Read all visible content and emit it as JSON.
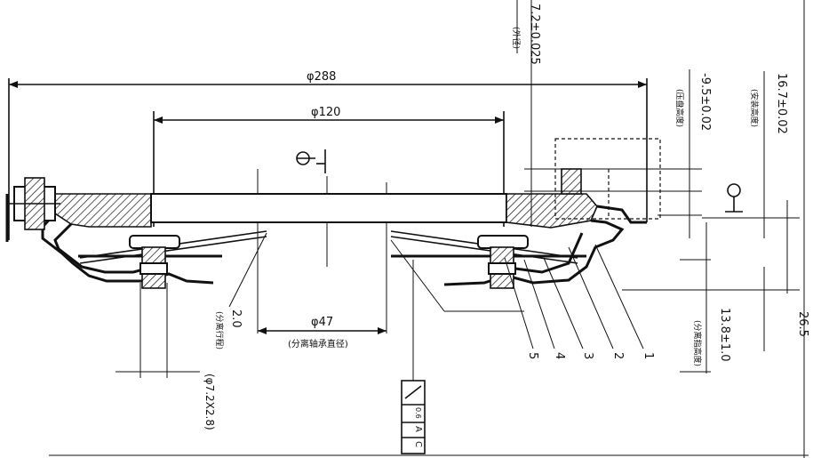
{
  "dimensions": {
    "dia_outer": "φ288",
    "dia_mid": "φ120",
    "dia_inner": "φ47",
    "dia_inner_note": "(分离轴承直径)",
    "tol_1": "7.2±0.025",
    "tol_1_note": "(外径)",
    "tol_2": "-9.5±0.02",
    "tol_2_note": "(压盘高度)",
    "tol_3": "16.7±0.02",
    "tol_3_note": "(安装高度)",
    "tol_4": "13.8±1.0",
    "tol_4_note": "(分离指高度)",
    "tol_5": "26.5",
    "travel": "2.0",
    "travel_note": "(分离行程)",
    "hole": "(φ7.2X2.8)"
  },
  "parts": {
    "p1": "1",
    "p2": "2",
    "p3": "3",
    "p4": "4",
    "p5": "5"
  },
  "datum_block": {
    "c1": "0.6",
    "c2": "A",
    "c3": "C"
  }
}
